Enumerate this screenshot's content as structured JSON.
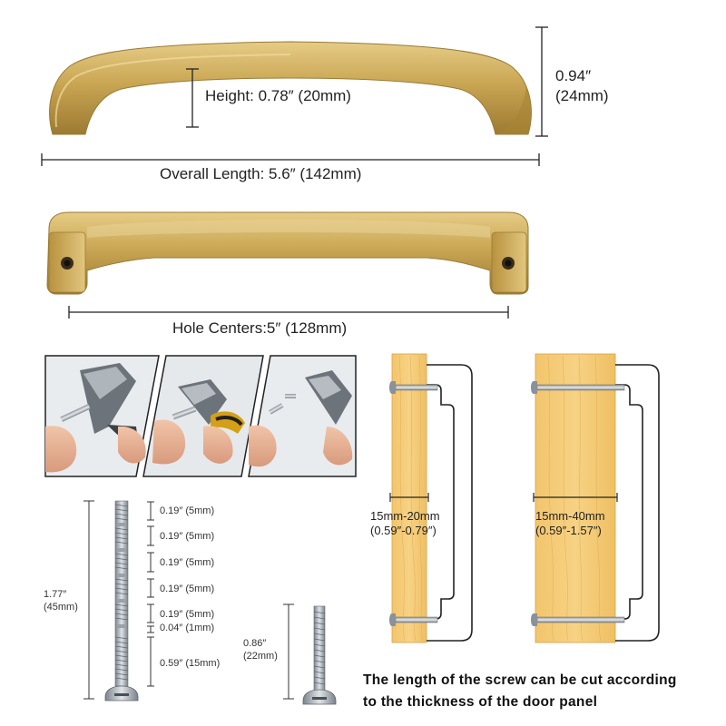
{
  "handle": {
    "height_label": "Height: 0.78″ (20mm)",
    "depth_label_inch": "0.94″",
    "depth_label_mm": "(24mm)",
    "overall_length_label": "Overall Length: 5.6″ (142mm)",
    "hole_centers_label": "Hole Centers:5″ (128mm)",
    "finish_color": "#c9a653"
  },
  "screw_long": {
    "total_inch": "1.77″",
    "total_mm": "(45mm)",
    "segments": [
      "0.19″ (5mm)",
      "0.19″ (5mm)",
      "0.19″ (5mm)",
      "0.19″ (5mm)",
      "0.19″ (5mm)",
      "0.04″ (1mm)",
      "0.59″ (15mm)"
    ]
  },
  "screw_short": {
    "length_inch": "0.86″",
    "length_mm": "(22mm)"
  },
  "door_thin": {
    "range_mm": "15mm-20mm",
    "range_inch": "(0.59″-0.79″)"
  },
  "door_thick": {
    "range_mm": "15mm-40mm",
    "range_inch": "(0.59″-1.57″)"
  },
  "caption": {
    "line1": "The length of the screw can be cut according",
    "line2": "to the thickness of the door panel"
  }
}
